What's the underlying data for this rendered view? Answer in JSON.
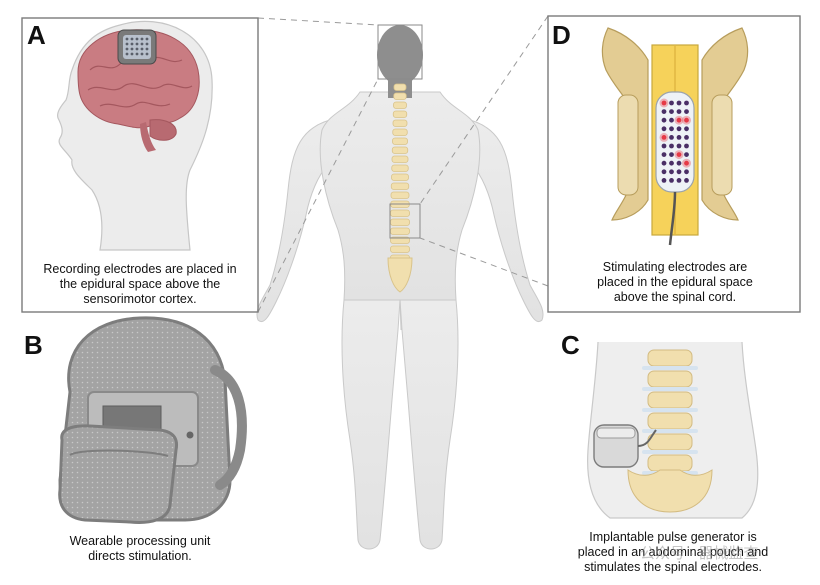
{
  "panels": {
    "A": {
      "letter": "A",
      "caption": [
        "Recording electrodes are placed in",
        "the epidural space above the",
        "sensorimotor cortex."
      ]
    },
    "B": {
      "letter": "B",
      "caption": [
        "Wearable processing unit",
        "directs stimulation."
      ]
    },
    "C": {
      "letter": "C",
      "caption": [
        "Implantable pulse generator is",
        "placed in an abdominal pouch and",
        "stimulates the spinal electrodes."
      ]
    },
    "D": {
      "letter": "D",
      "caption": [
        "Stimulating electrodes are",
        "placed in the epidural space",
        "above the spinal cord."
      ]
    }
  },
  "watermark": "公众号 · 器械监查",
  "colors": {
    "body": "#e8e8e8",
    "bone": "#f1dfae",
    "brain": "#c97c82",
    "spinal_cord": "#f6d25a",
    "electrode": "#4a2f66",
    "active_electrode": "#e63946",
    "backpack": "#9a9a9a"
  },
  "icons": [
    "brain-icon",
    "spine-icon",
    "backpack-icon",
    "pulse-generator-icon",
    "electrode-array-icon"
  ]
}
